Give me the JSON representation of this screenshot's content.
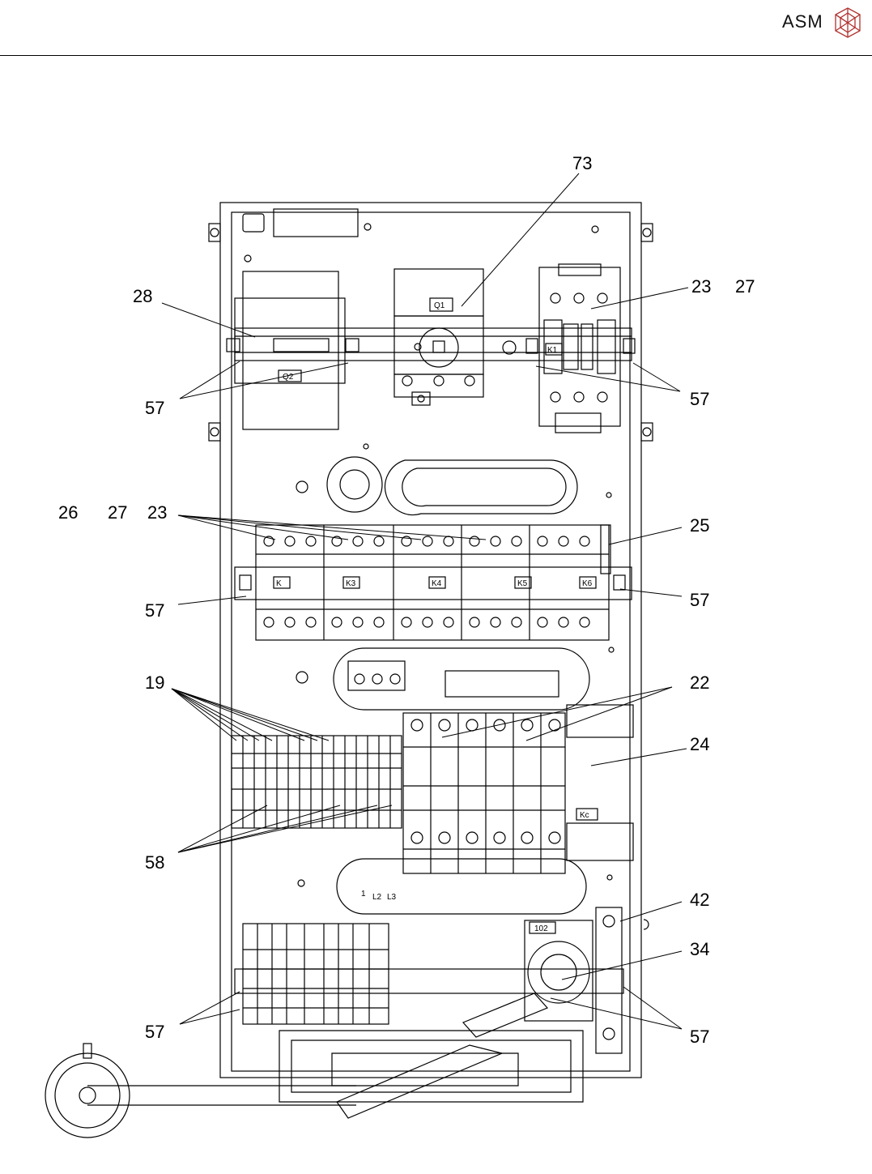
{
  "header": {
    "brand": "ASM",
    "logo_icon": "asm-cube-logo-icon"
  },
  "callouts": [
    {
      "id": "73",
      "text": "73"
    },
    {
      "id": "28",
      "text": "28"
    },
    {
      "id": "23a",
      "text": "23"
    },
    {
      "id": "27a",
      "text": "27"
    },
    {
      "id": "57a",
      "text": "57"
    },
    {
      "id": "57b",
      "text": "57"
    },
    {
      "id": "26",
      "text": "26"
    },
    {
      "id": "27b",
      "text": "27"
    },
    {
      "id": "23b",
      "text": "23"
    },
    {
      "id": "25",
      "text": "25"
    },
    {
      "id": "57c",
      "text": "57"
    },
    {
      "id": "57d",
      "text": "57"
    },
    {
      "id": "19",
      "text": "19"
    },
    {
      "id": "22",
      "text": "22"
    },
    {
      "id": "24",
      "text": "24"
    },
    {
      "id": "58",
      "text": "58"
    },
    {
      "id": "42",
      "text": "42"
    },
    {
      "id": "34",
      "text": "34"
    },
    {
      "id": "57e",
      "text": "57"
    },
    {
      "id": "57f",
      "text": "57"
    }
  ],
  "component_labels": {
    "q1": "Q1",
    "q2": "Q2",
    "k1": "K1",
    "k2": "K",
    "k3": "K3",
    "k4": "K4",
    "k5": "K5",
    "k6": "K6",
    "kc": "Kc",
    "x102": "102",
    "l1": "1",
    "l2": "L2",
    "l3": "L3"
  }
}
